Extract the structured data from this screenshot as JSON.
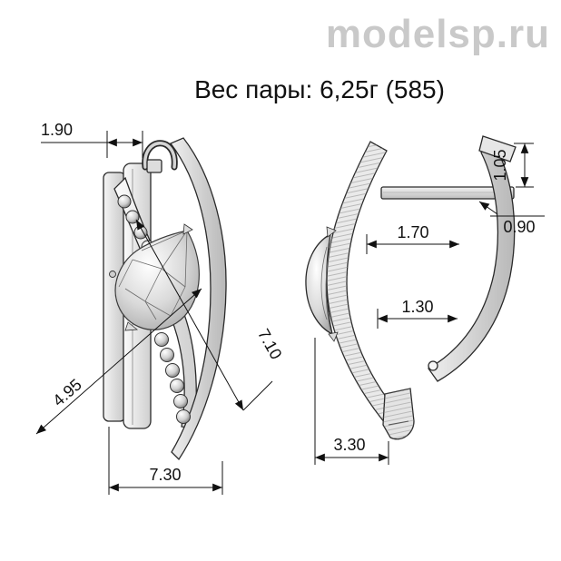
{
  "watermark": "modelsp.ru",
  "header": {
    "title": "Вес пары: 6,25г (585)"
  },
  "dimensions": {
    "strip_width": "1.90",
    "hook_height": "1.05",
    "wire_diameter": "0.90",
    "stone_depth": "1.70",
    "lever_width": "1.30",
    "stone_length": "7.10",
    "stone_width": "4.95",
    "total_width": "7.30",
    "side_depth": "3.30"
  }
}
